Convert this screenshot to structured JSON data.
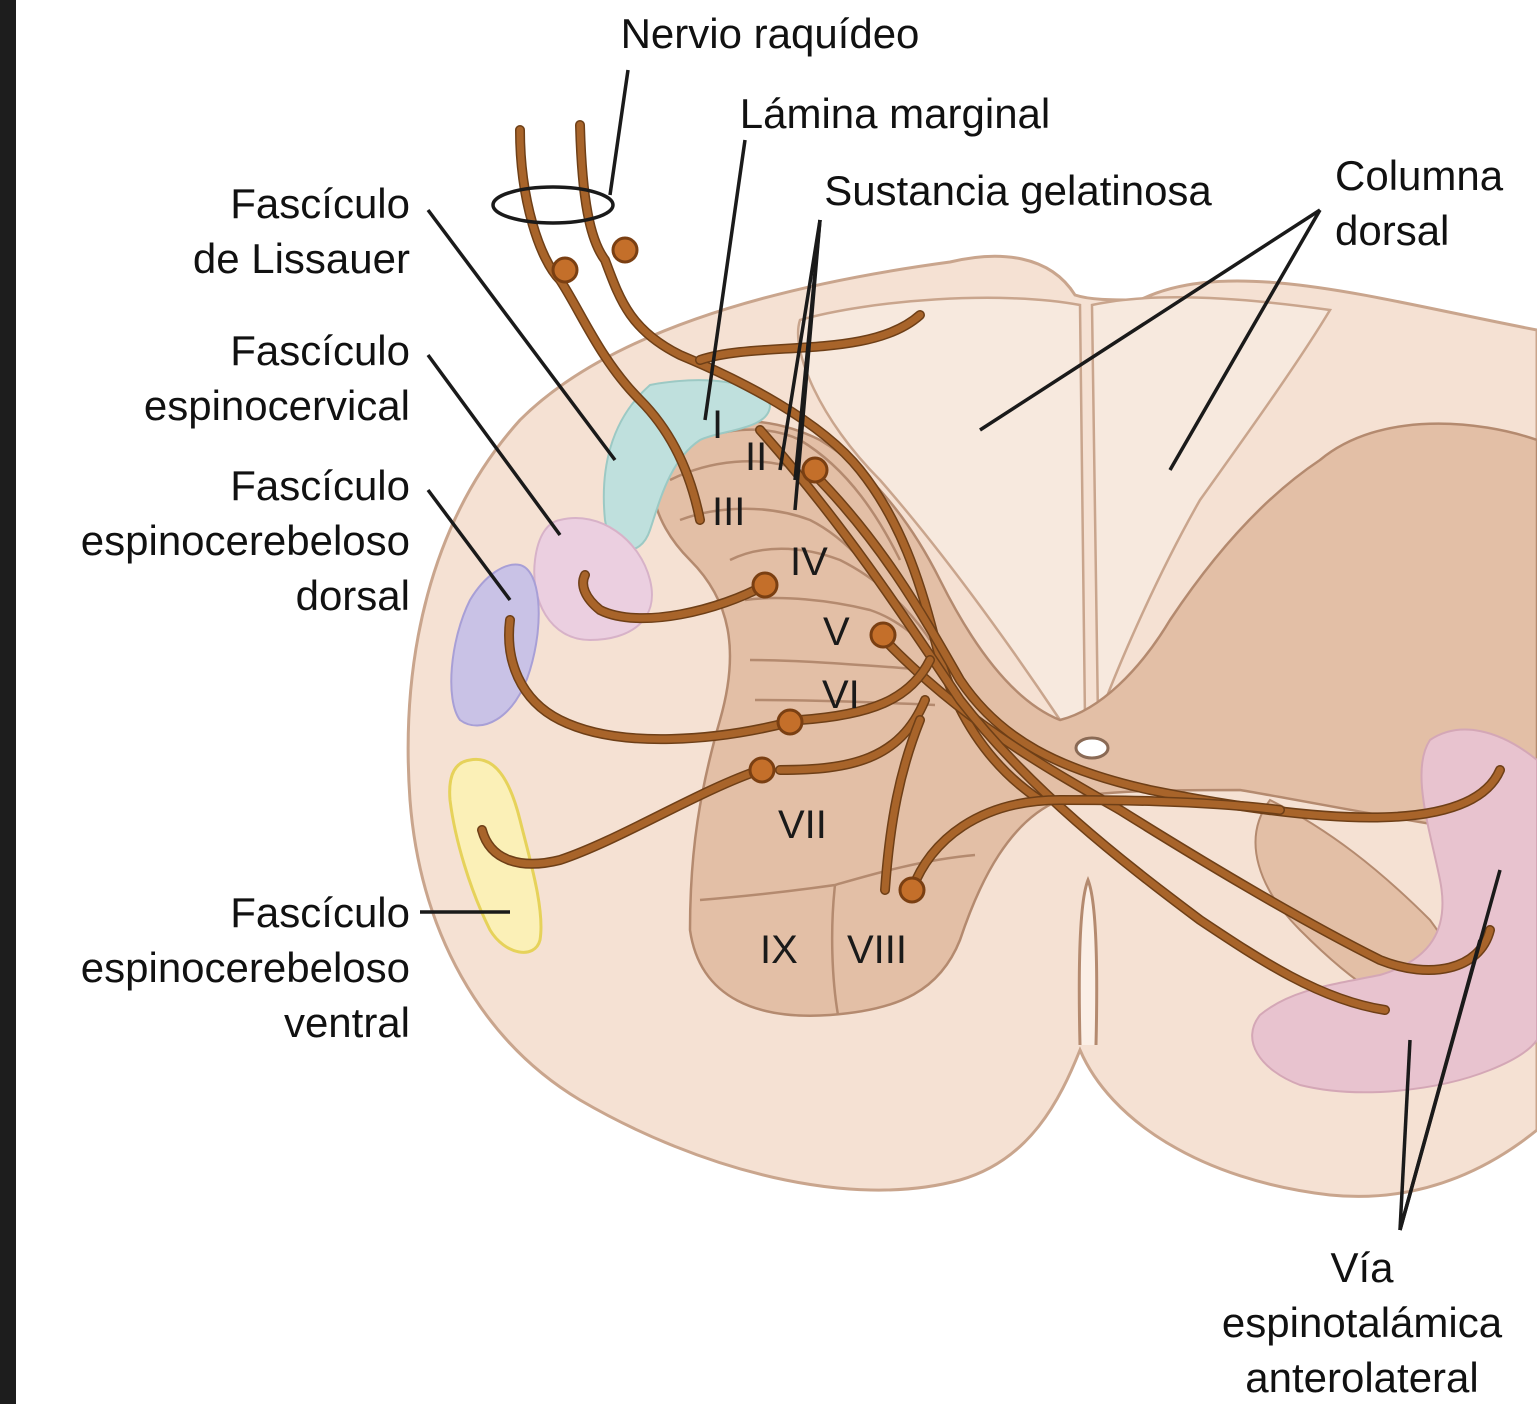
{
  "labels": {
    "nervio": "Nervio raquídeo",
    "lamina": "Lámina marginal",
    "gelatinosa": "Sustancia gelatinosa",
    "columna_1": "Columna",
    "columna_2": "dorsal",
    "lissauer_1": "Fascículo",
    "lissauer_2": "de Lissauer",
    "espcerv_1": "Fascículo",
    "espcerv_2": "espinocervical",
    "espcerd_1": "Fascículo",
    "espcerd_2": "espinocerebeloso",
    "espcerd_3": "dorsal",
    "espcerv_v_1": "Fascículo",
    "espcerv_v_2": "espinocerebeloso",
    "espcerv_v_3": "ventral",
    "via_1": "Vía",
    "via_2": "espinotalámica",
    "via_3": "anterolateral"
  },
  "laminae": {
    "I": "I",
    "II": "II",
    "III": "III",
    "IV": "IV",
    "V": "V",
    "VI": "VI",
    "VII": "VII",
    "VIII": "VIII",
    "IX": "IX"
  },
  "colors": {
    "white_matter": "#f5e1d3",
    "dorsal_column": "#f7e9de",
    "gray_matter": "#e3bfa6",
    "lissauer": "#bfe0dd",
    "espinocervical": "#ebcfe0",
    "espinocerebeloso_dorsal": "#c9c2e6",
    "espinocerebeloso_ventral": "#fbf0b7",
    "anterolateral": "#e8c3cf",
    "fiber": "#a8642a"
  }
}
